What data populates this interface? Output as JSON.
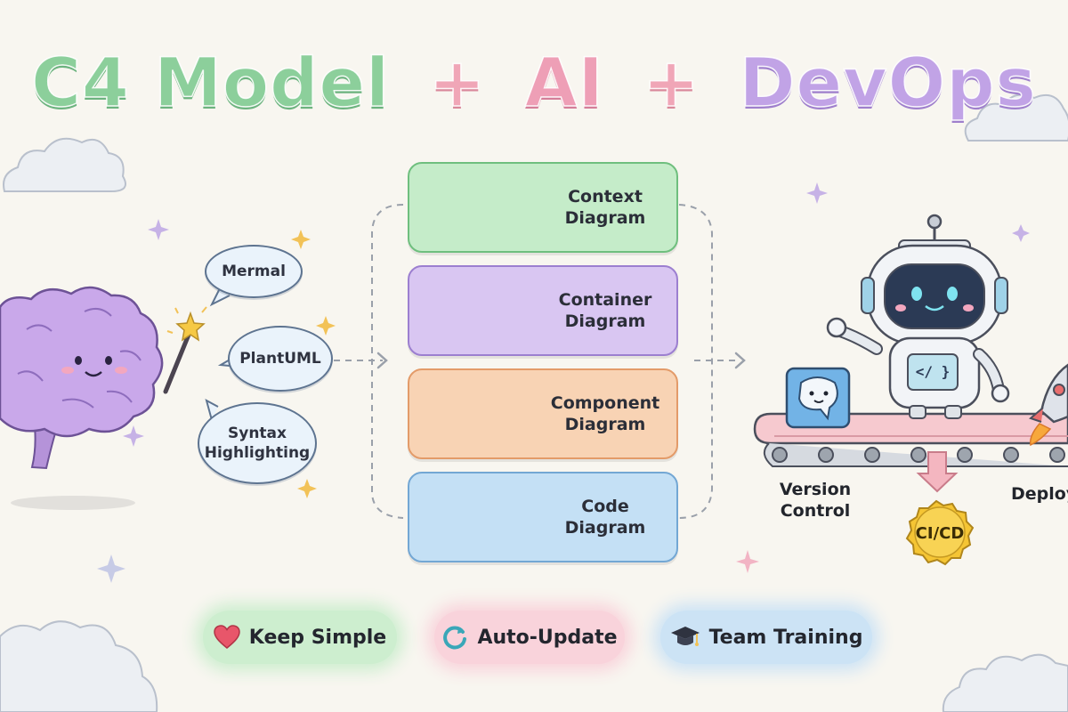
{
  "title": {
    "part1": "C4 Model",
    "plus1": "+",
    "part2": "AI",
    "plus2": "+",
    "part3": "DevOps"
  },
  "tools": {
    "bubble1": "Mermal",
    "bubble2": "PlantUML",
    "bubble3_line1": "Syntax",
    "bubble3_line2": "Highlighting"
  },
  "c4_levels": [
    {
      "line1": "Context",
      "line2": "Diagram",
      "icon": "globe-icon",
      "color": "#c5ecc9"
    },
    {
      "line1": "Container",
      "line2": "Diagram",
      "icon": "box-icon",
      "color": "#d9c6f2"
    },
    {
      "line1": "Component",
      "line2": "Diagram",
      "icon": "gear-icon",
      "color": "#f8d3b4"
    },
    {
      "line1": "Code",
      "line2": "Diagram",
      "icon": "document-icon",
      "color": "#c4e0f5"
    }
  ],
  "devops": {
    "version_line1": "Version",
    "version_line2": "Control",
    "cicd": "CI/CD",
    "deploy": "Deploy",
    "robot_screen": "</ }"
  },
  "principles": [
    {
      "label": "Keep Simple",
      "icon": "heart-icon",
      "color": "#cdeecf"
    },
    {
      "label": "Auto-Update",
      "icon": "refresh-icon",
      "color": "#f9d3db"
    },
    {
      "label": "Team Training",
      "icon": "graduation-cap-icon",
      "color": "#cce3f5"
    }
  ]
}
